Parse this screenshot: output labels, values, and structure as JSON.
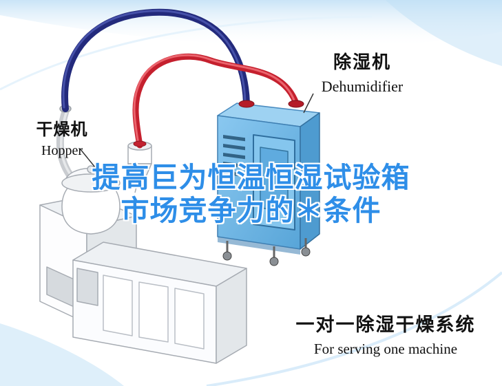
{
  "title": {
    "line1": "提高巨为恒温恒湿试验箱",
    "line2": "市场竞争力的＊条件"
  },
  "labels": {
    "dehumidifier_cn": "除湿机",
    "dehumidifier_en": "Dehumidifier",
    "hopper_cn": "干燥机",
    "hopper_en": "Hopper",
    "system_cn": "一对一除湿干燥系统",
    "system_en": "For serving one machine"
  },
  "colors": {
    "title_blue": "#2e8ee8",
    "pipe_red": "#c5202e",
    "pipe_navy": "#232a7c",
    "dehumidifier_blue": "#7cc0ec",
    "background_wash": "#c9e4f7"
  }
}
